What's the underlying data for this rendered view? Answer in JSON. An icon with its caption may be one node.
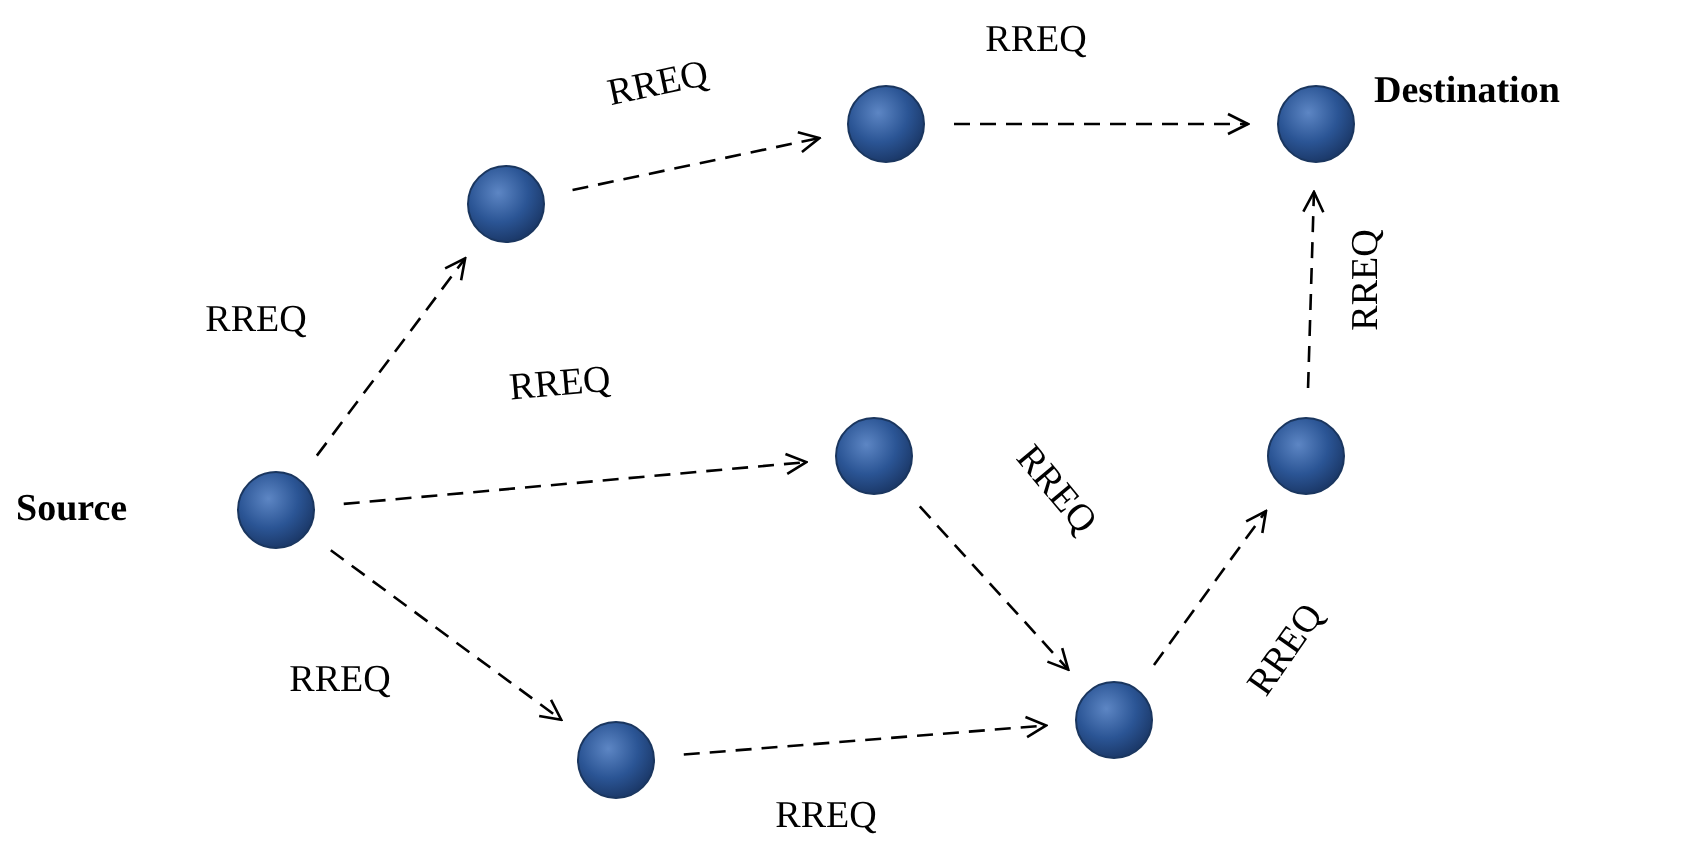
{
  "diagram": {
    "nodes": [
      {
        "text": [],
        "shape": "circle",
        "beside": [
          "Source"
        ]
      },
      {
        "text": [],
        "shape": "circle"
      },
      {
        "text": [],
        "shape": "circle"
      },
      {
        "text": [],
        "shape": "circle",
        "beside": [
          "Destination"
        ]
      },
      {
        "text": [],
        "shape": "circle"
      },
      {
        "text": [],
        "shape": "circle"
      },
      {
        "text": [],
        "shape": "circle"
      },
      {
        "text": [],
        "shape": "circle"
      }
    ],
    "edges": [
      {
        "from": 0,
        "to": 1,
        "arrow": "to",
        "label": "RREQ",
        "style": "dashed"
      },
      {
        "from": 1,
        "to": 2,
        "arrow": "to",
        "label": "RREQ",
        "style": "dashed"
      },
      {
        "from": 2,
        "to": 3,
        "arrow": "to",
        "label": "RREQ",
        "style": "dashed"
      },
      {
        "from": 0,
        "to": 4,
        "arrow": "to",
        "label": "RREQ",
        "style": "dashed"
      },
      {
        "from": 0,
        "to": 6,
        "arrow": "to",
        "label": "RREQ",
        "style": "dashed"
      },
      {
        "from": 4,
        "to": 7,
        "arrow": "to",
        "label": "RREQ",
        "style": "dashed"
      },
      {
        "from": 6,
        "to": 7,
        "arrow": "to",
        "label": "RREQ",
        "style": "dashed"
      },
      {
        "from": 7,
        "to": 5,
        "arrow": "to",
        "label": "RREQ",
        "style": "dashed"
      },
      {
        "from": 5,
        "to": 3,
        "arrow": "to",
        "label": "RREQ",
        "style": "dashed"
      }
    ]
  }
}
